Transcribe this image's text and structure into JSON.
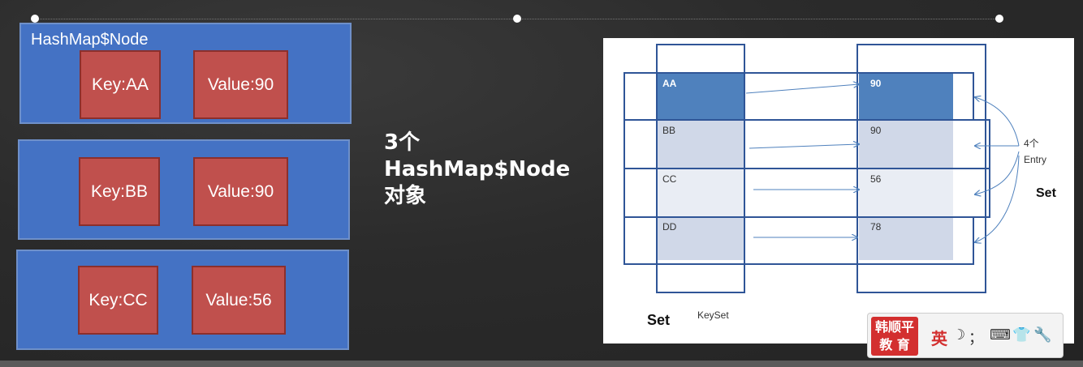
{
  "left_nodes": [
    {
      "title": "HashMap$Node",
      "key": "Key:AA",
      "value": "Value:90"
    },
    {
      "title": "",
      "key": "Key:BB",
      "value": "Value:90"
    },
    {
      "title": "",
      "key": "Key:CC",
      "value": "Value:56"
    }
  ],
  "caption": {
    "line1": "3个",
    "line2": "HashMap$Node",
    "line3": "对象"
  },
  "diagram": {
    "keys": [
      "AA",
      "BB",
      "CC",
      "DD"
    ],
    "values": [
      "90",
      "90",
      "56",
      "78"
    ],
    "entry_label_1": "4个",
    "entry_label_2": "Entry",
    "set_right": "Set",
    "set_bottom": "Set",
    "keyset_label": "KeySet"
  },
  "ime": {
    "logo_line1": "韩顺平",
    "logo_line2": "教 育",
    "lang": "英",
    "moon_icon": "moon-icon",
    "punct": "；",
    "keyboard_icon": "keyboard-icon",
    "shirt_icon": "shirt-icon",
    "wrench_icon": "wrench-icon"
  },
  "colors": {
    "node_blue": "#4472c4",
    "cell_red": "#c0504d",
    "selected_row": "#4f81bd",
    "light_row": "#d0d8e8"
  }
}
